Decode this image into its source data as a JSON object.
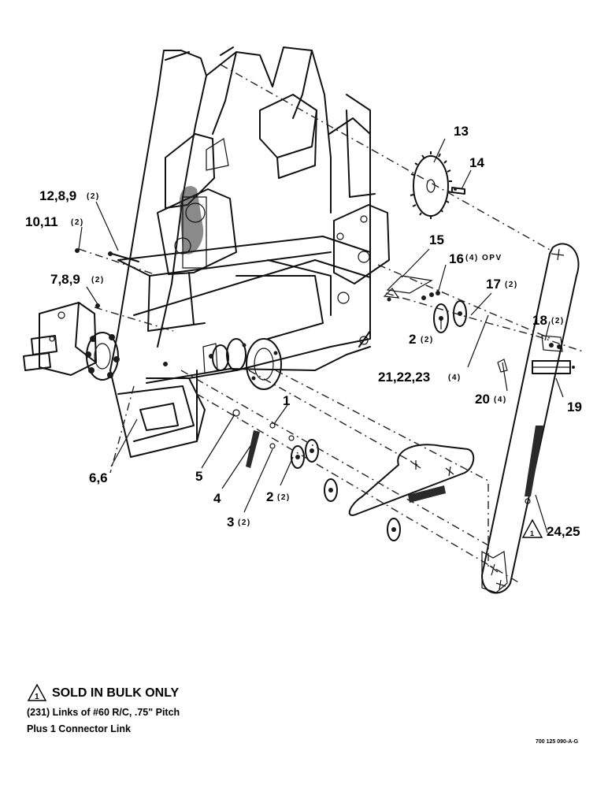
{
  "callouts": {
    "c13": "13",
    "c14": "14",
    "c12_8_9": "12,8,9",
    "c12_8_9_qty": "(2)",
    "c10_11": "10,11",
    "c10_11_qty": "(2)",
    "c15": "15",
    "c16": "16",
    "c16_qty": "(4) OPV",
    "c7_8_9": "7,8,9",
    "c7_8_9_qty": "(2)",
    "c17": "17",
    "c17_qty": "(2)",
    "c18": "18",
    "c18_qty": "(2)",
    "c2_upper": "2",
    "c2_upper_qty": "(2)",
    "c21_22_23": "21,22,23",
    "c21_22_23_qty": "(4)",
    "c20": "20",
    "c20_qty": "(4)",
    "c19": "19",
    "c1": "1",
    "c6_6": "6,6",
    "c5": "5",
    "c4": "4",
    "c2_lower": "2",
    "c2_lower_qty": "(2)",
    "c3": "3",
    "c3_qty": "(2)",
    "c24_25": "24,25",
    "triangle_mark": "1"
  },
  "note": {
    "triangle_mark": "1",
    "title": "SOLD IN BULK ONLY",
    "line1": "(231) Links of #60 R/C, .75\" Pitch",
    "line2": "Plus 1 Connector Link"
  },
  "drawing_number": "700 125 090-A-G"
}
